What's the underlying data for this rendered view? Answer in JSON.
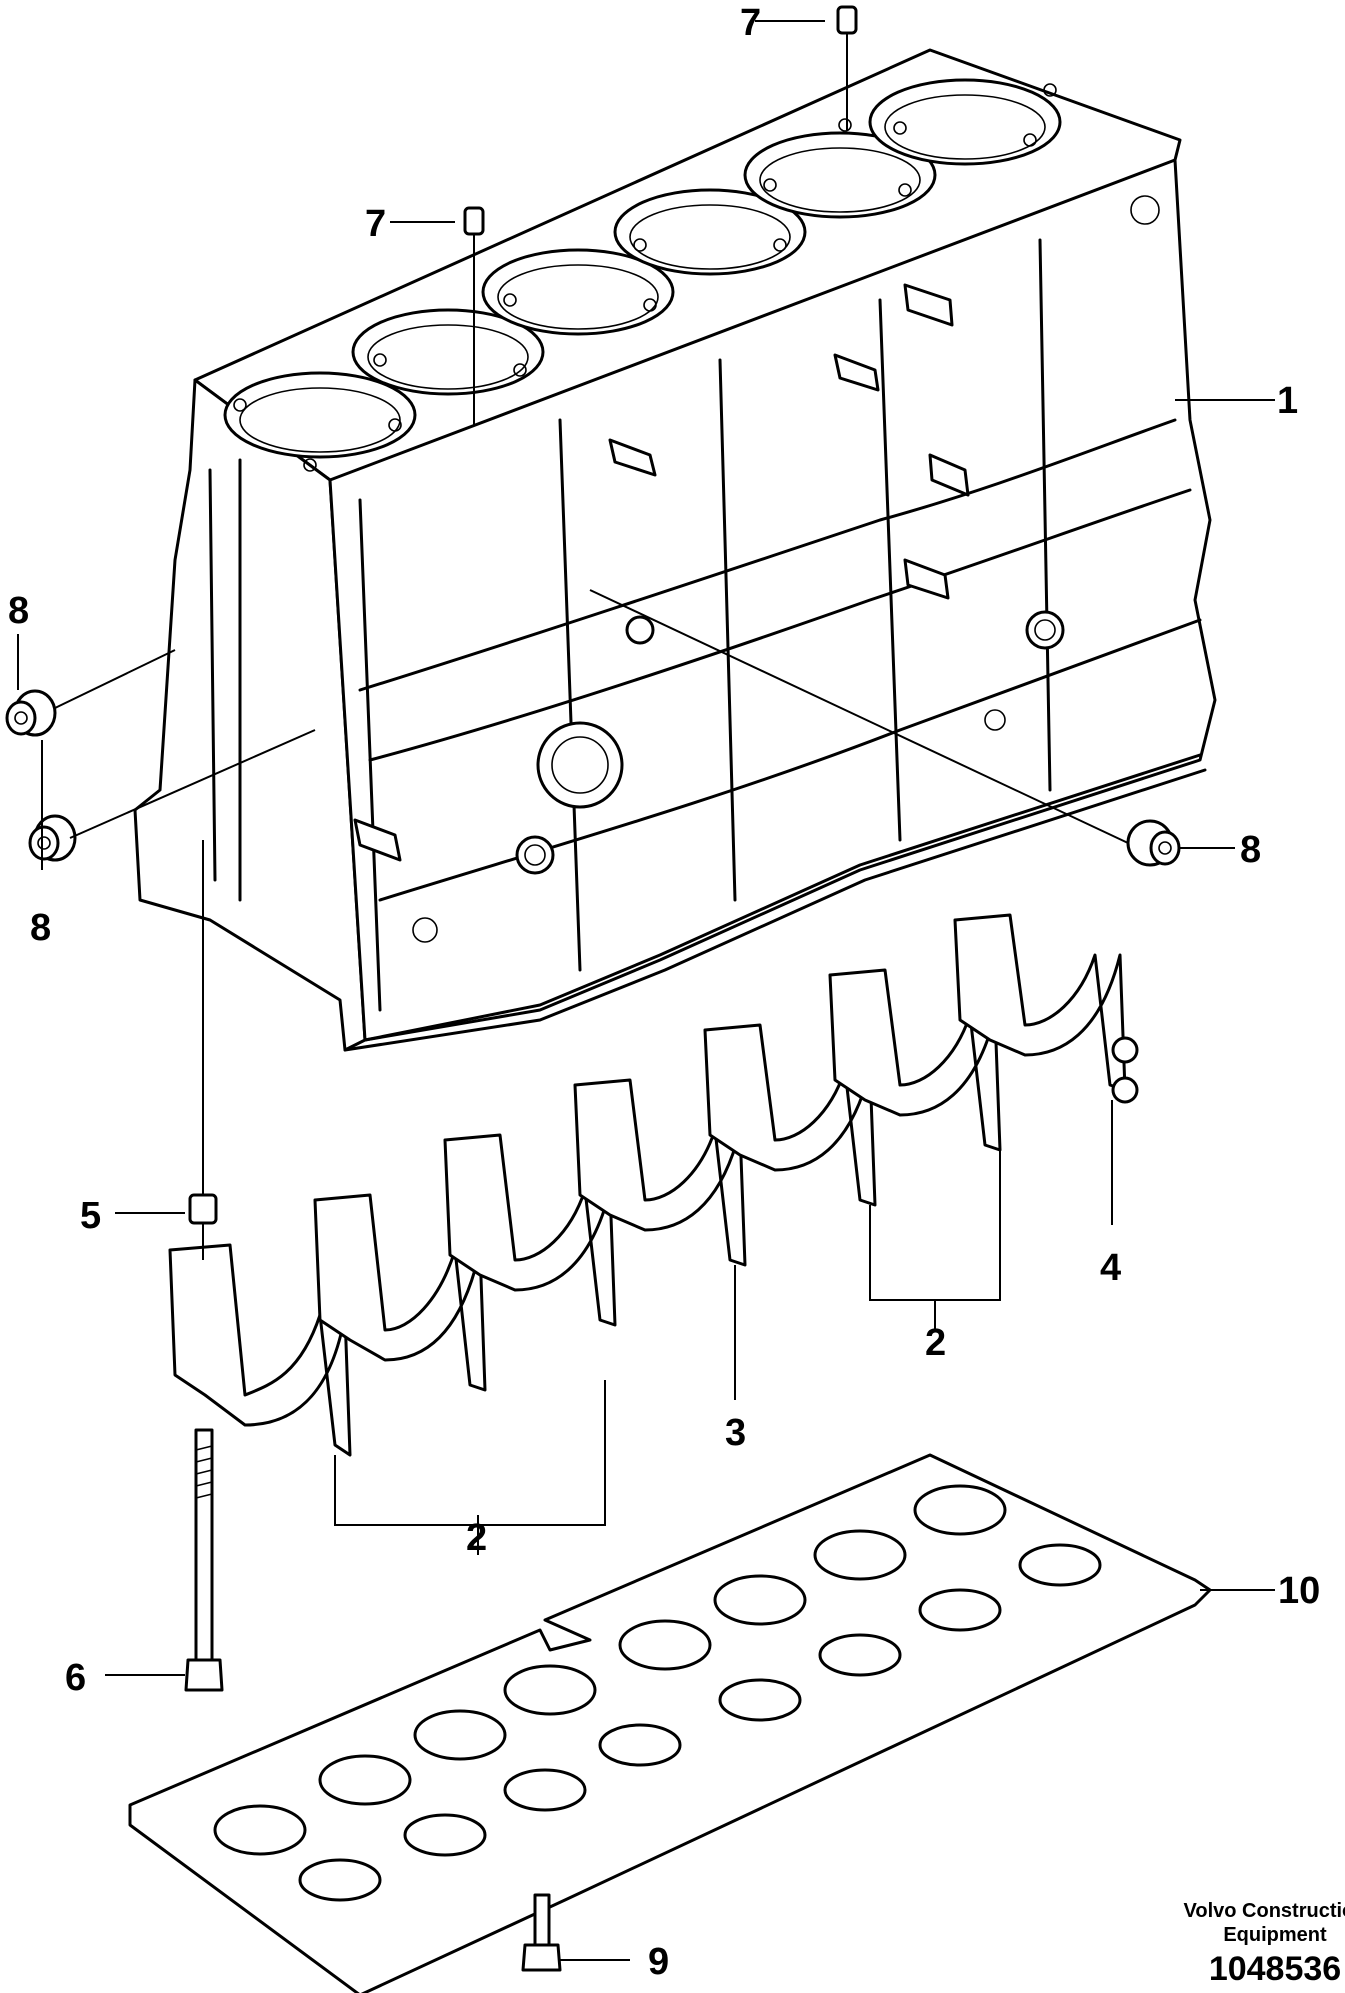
{
  "callouts": {
    "c1": "1",
    "c2a": "2",
    "c2b": "2",
    "c3": "3",
    "c4": "4",
    "c5": "5",
    "c6": "6",
    "c7a": "7",
    "c7b": "7",
    "c8a": "8",
    "c8b": "8",
    "c8c": "8",
    "c9": "9",
    "c10": "10"
  },
  "footer": {
    "company_line1": "Volvo Construction",
    "company_line2": "Equipment",
    "drawing_number": "1048536"
  }
}
